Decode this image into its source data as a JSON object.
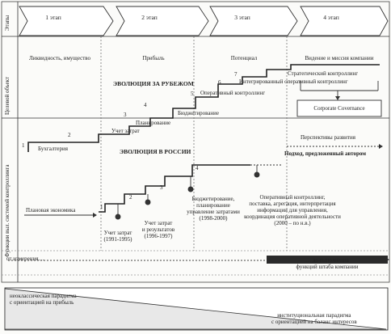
{
  "row_labels": {
    "stages": "Этапы",
    "target": "Целевой объект",
    "functions": "Функции выл. системой контроллинга"
  },
  "stages": [
    "1 этап",
    "2 этап",
    "3 этап",
    "4 этап"
  ],
  "targets": [
    "Ликвидность, имущество",
    "Прибыль",
    "Потенциал",
    "Видение и миссия компании"
  ],
  "evolution_abroad": {
    "title": "ЭВОЛЮЦИЯ ЗА РУБЕЖОМ",
    "steps": [
      {
        "num": "1",
        "label": "Бухгалтерия"
      },
      {
        "num": "2",
        "label": ""
      },
      {
        "num": "3",
        "label": "Учет затрат"
      },
      {
        "num": "4",
        "label": "Планирование"
      },
      {
        "num": "5",
        "label": "Бюджетирование"
      },
      {
        "num": "6",
        "label": "Оперативный контроллинг"
      },
      {
        "num": "7",
        "label": "Интегрированный оперативный контроллинг"
      },
      {
        "num": "",
        "label": "Стратегический контроллинг"
      }
    ],
    "governance": "Corporate Covernance"
  },
  "evolution_russia": {
    "title": "ЭВОЛЮЦИЯ В РОССИИ",
    "prospects": "Перспективы развития",
    "author_approach": "Подход, предложенный автором",
    "plan_economy": "Плановая экономика",
    "steps": [
      "1",
      "2",
      "3",
      "4"
    ],
    "milestones": [
      "Учет затрат\n(1991-1995)",
      "Учет затрат\nи результатов\n(1996-1997)",
      "Бюджетирование,\nпланирование\nуправление затратами\n(1998-2000)",
      "Оперативный контроллинг,\nпоставка, агрегация, интерпретация\nинформации для управления,\nкоординация оперативной деятельности\n(2000 – по н.в.)"
    ]
  },
  "measurement": {
    "left": "от измерения…",
    "right": "… до выполнения\nфункций штаба компании"
  },
  "paradigm": {
    "left": "неоклассическая парадигма\nс ориентацией на прибыль",
    "right": "институциональная парадигма\nс ориентацией на баланс интересов"
  }
}
